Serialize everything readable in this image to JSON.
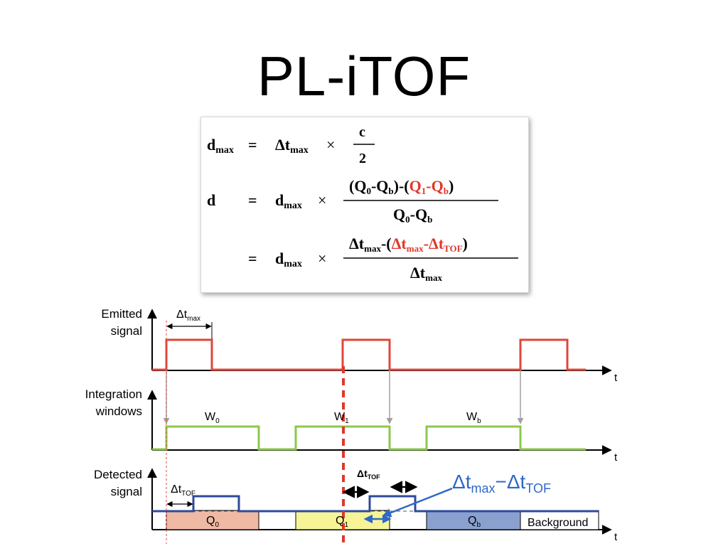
{
  "title": "PL-iTOF",
  "formula": {
    "l1": {
      "lhs": "d",
      "lhs_sub": "max",
      "eq": "=",
      "a": "Δt",
      "a_sub": "max",
      "times": "×",
      "num": "c",
      "den": "2"
    },
    "l2": {
      "lhs": "d",
      "eq": "=",
      "a": "d",
      "a_sub": "max",
      "times": "×",
      "num_p1": "(Q",
      "num_p1_sub": "0",
      "num_p2": "-Q",
      "num_p2_sub": "b",
      "num_p3": ")-(",
      "num_r1": "Q",
      "num_r1_sub": "1",
      "num_r2": "-Q",
      "num_r2_sub": "b",
      "num_end": ")",
      "den_p1": "Q",
      "den_p1_sub": "0",
      "den_p2": "-Q",
      "den_p2_sub": "b"
    },
    "l3": {
      "eq": "=",
      "a": "d",
      "a_sub": "max",
      "times": "×",
      "num_p1": "Δt",
      "num_p1_sub": "max",
      "num_p2": "-(",
      "num_r1": "Δt",
      "num_r1_sub": "max",
      "num_r2": "-Δt",
      "num_r2_sub": "TOF",
      "num_end": ")",
      "den_p1": "Δt",
      "den_p1_sub": "max"
    }
  },
  "diagram": {
    "emitted_label": [
      "Emitted",
      "signal"
    ],
    "integration_label": [
      "Integration",
      "windows"
    ],
    "detected_label": [
      "Detected",
      "signal"
    ],
    "axis_t": "t",
    "dtmax_label": "Δt",
    "dtmax_sub": "max",
    "dttof_label": "Δt",
    "dttof_sub": "TOF",
    "dttof2_label": "Δt",
    "dttof2_sub": "TOF",
    "w0": "W",
    "w0_sub": "0",
    "w1": "W",
    "w1_sub": "1",
    "wb": "W",
    "wb_sub": "b",
    "q0": "Q",
    "q0_sub": "0",
    "q1": "Q",
    "q1_sub": "1",
    "qb": "Q",
    "qb_sub": "b",
    "background": "Background",
    "annotation": {
      "a": "Δt",
      "a_sub": "max",
      "mid": "−Δt",
      "b_sub": "TOF"
    }
  },
  "colors": {
    "emitted": "#e0463a",
    "integration": "#8cc84b",
    "detected": "#2e4a9a",
    "q0_fill": "#efb9a4",
    "q1_fill": "#f6f497",
    "qb_fill": "#8aa0cf",
    "highlight_red": "#e0382a",
    "annotation_blue": "#2f68c8"
  }
}
